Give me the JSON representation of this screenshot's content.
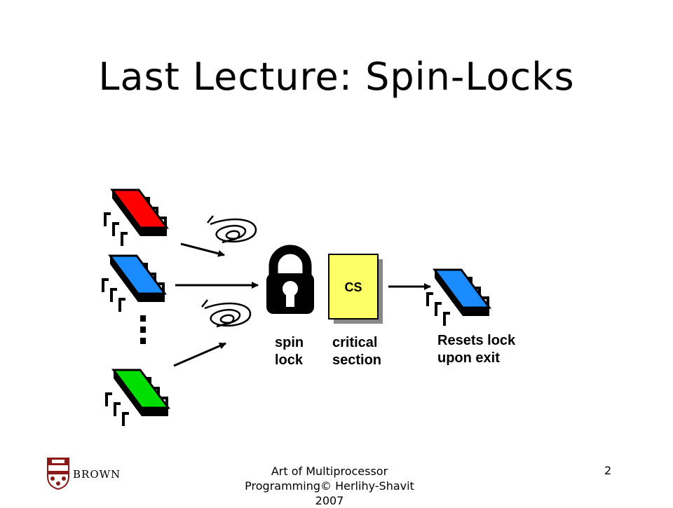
{
  "slide": {
    "title": "Last Lecture: Spin-Locks"
  },
  "diagram": {
    "cs_label": "CS",
    "spin_lock_label": "spin\nlock",
    "critical_section_label": "critical\nsection",
    "resets_label": "Resets lock\nupon exit",
    "colors": {
      "thread_red": "#ff0000",
      "thread_blue": "#1a8cff",
      "thread_green": "#00dd00",
      "cs_box": "#ffff66",
      "lock": "#000000"
    },
    "icons": [
      "chip-icon",
      "spiral-icon",
      "padlock-icon",
      "ellipsis-icon",
      "arrow-icon"
    ]
  },
  "footer": {
    "logo_text": "BROWN",
    "text": "Art of Multiprocessor\nProgramming© Herlihy-Shavit\n2007",
    "page_number": "2"
  }
}
